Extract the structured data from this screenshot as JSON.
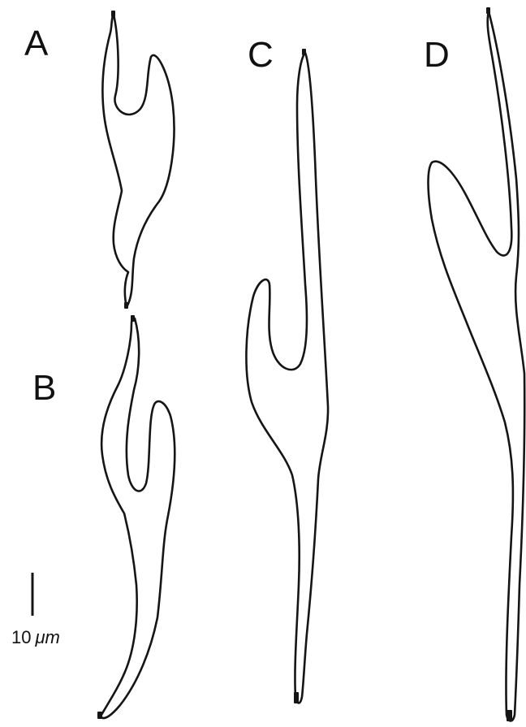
{
  "panels": {
    "a": {
      "label": "A"
    },
    "b": {
      "label": "B"
    },
    "c": {
      "label": "C"
    },
    "d": {
      "label": "D"
    }
  },
  "scale_bar": {
    "value": "10",
    "unit": "μm"
  },
  "colors": {
    "background": "#ffffff",
    "ink": "#151515"
  }
}
